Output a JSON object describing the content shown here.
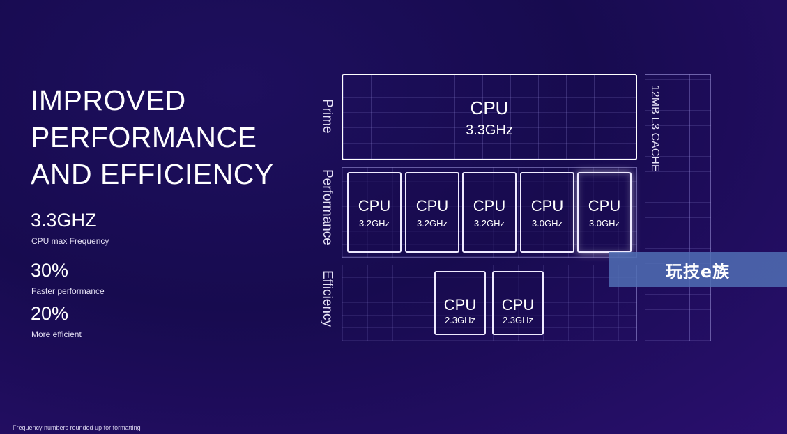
{
  "title_lines": [
    "IMPROVED",
    "PERFORMANCE",
    "AND EFFICIENCY"
  ],
  "stats": [
    {
      "value": "3.3GHZ",
      "label": "CPU max Frequency"
    },
    {
      "value": "30%",
      "label": "Faster performance"
    },
    {
      "value": "20%",
      "label": "More efficient"
    }
  ],
  "footnote": "Frequency numbers rounded up for formatting",
  "row_labels": {
    "prime": "Prime",
    "performance": "Performance",
    "efficiency": "Efficiency"
  },
  "prime_core": {
    "cpu": "CPU",
    "freq": "3.3GHz"
  },
  "performance_cores": [
    {
      "cpu": "CPU",
      "freq": "3.2GHz"
    },
    {
      "cpu": "CPU",
      "freq": "3.2GHz"
    },
    {
      "cpu": "CPU",
      "freq": "3.2GHz"
    },
    {
      "cpu": "CPU",
      "freq": "3.0GHz"
    },
    {
      "cpu": "CPU",
      "freq": "3.0GHz"
    }
  ],
  "efficiency_cores": [
    {
      "cpu": "CPU",
      "freq": "2.3GHz"
    },
    {
      "cpu": "CPU",
      "freq": "2.3GHz"
    }
  ],
  "cache_label": "12MB L3 CACHE",
  "watermark": "玩技e族"
}
